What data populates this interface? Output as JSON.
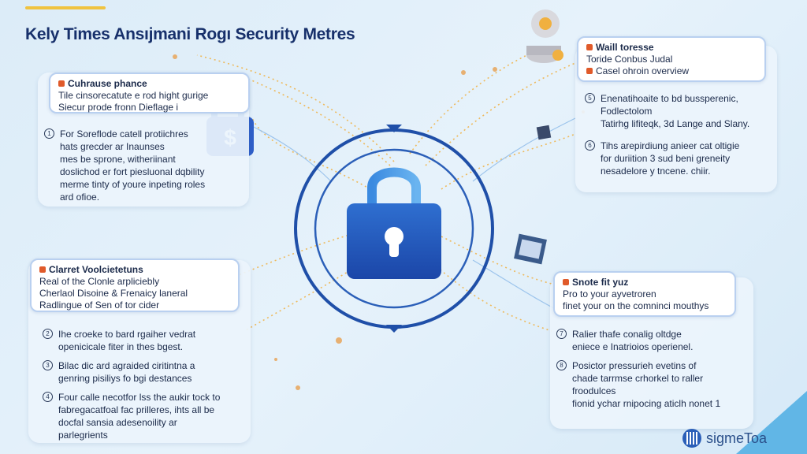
{
  "title": "Kely Times Ansıjmani Rogı Security Metres",
  "cards": {
    "card1": {
      "heading": "Cuhrause phance",
      "lines": [
        "Tile cinsorecatute e rod hight gurige",
        "Siecur prode fronn Dieflage i"
      ],
      "items": [
        {
          "num": "1",
          "lines": [
            "For Soreflode catell protiichres",
            "hats grecder ar Inaunses",
            "mes be sprone, witheriinant",
            "doslichod er fort piesluonal dqbility",
            "merme tinty of youre inpeting roles",
            "ard ofioe."
          ]
        }
      ]
    },
    "card2": {
      "heading": "Clarret Voolcietetuns",
      "lines": [
        "Real of the Clonle arpliciebly",
        "Cherlaol Disoine & Frenaicy laneral",
        "Radlingue of Sen of tor cider"
      ],
      "items": [
        {
          "num": "2",
          "lines": [
            "Ihe croeke to bard rgaiher vedrat",
            "openicicale fiter in thes bgest."
          ]
        },
        {
          "num": "3",
          "lines": [
            "Bilac dic ard agraided ciritintna a",
            "genring pisiliys fo bgi destances"
          ]
        },
        {
          "num": "4",
          "lines": [
            "Four calle necotfor lss the aukir tock to",
            "fabregacatfoal fac prilleres, ihts all be",
            "docfal sansia adesenoility ar",
            "parlegrients"
          ]
        }
      ]
    },
    "card3": {
      "heading": "Waill toresse",
      "lines": [
        "Toride Conbus Judal",
        "Casel ohroin overview"
      ],
      "items": [
        {
          "num": "5",
          "lines": [
            "Enenatihoaite to bd bussperenic,",
            "Fodlectolom",
            "Tatirhg lifiteqk, 3d Lange and Slany."
          ]
        },
        {
          "num": "6",
          "lines": [
            "Tihs arepirdiung anieer cat oltigie",
            "for duriition 3 sud beni greneity",
            "nesadelore y tncene. chiir."
          ]
        }
      ]
    },
    "card4": {
      "heading": "Snote fit yuz",
      "lines": [
        "Pro to your ayvetroren",
        "finet your on the comninci mouthys"
      ],
      "items": [
        {
          "num": "7",
          "lines": [
            "Ralier thafe conalig oltdge",
            "eniece e Inatrioios operienel."
          ]
        },
        {
          "num": "8",
          "lines": [
            "Posictor pressurieh evetins of",
            "chade tarrmse crhorkel to raller",
            "froodulces",
            "fionid ychar rnipocing aticlh nonet 1"
          ]
        }
      ]
    }
  },
  "coin_symbol": "$",
  "brand": "sigmeToa",
  "colors": {
    "accent": "#2b5fb8",
    "tag": "#e05a2a",
    "gold": "#f0c340"
  },
  "icons": {
    "center": "padlock-icon",
    "top-left": "padlock-dollar-icon",
    "top-right": "coin-stack-icon"
  }
}
